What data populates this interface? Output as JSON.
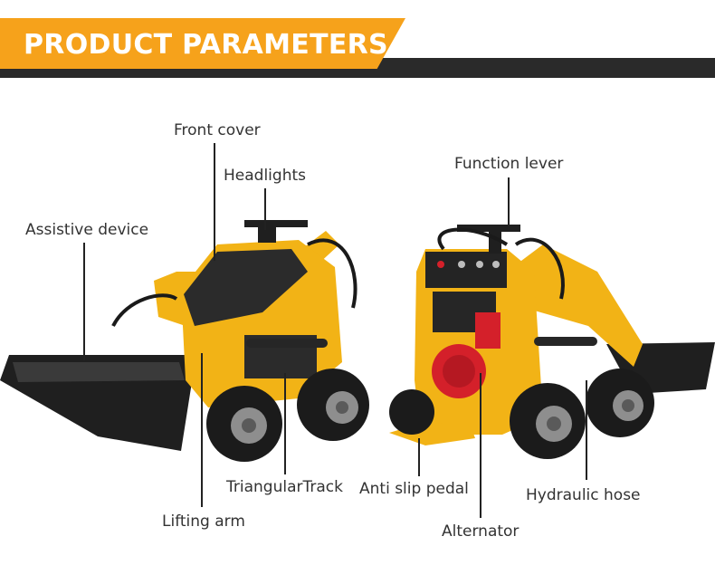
{
  "banner": {
    "title": "PRODUCT PARAMETERS",
    "accent_color": "#f6a21b",
    "bar_color": "#2a2a2a"
  },
  "machine": {
    "body_color": "#f2b316",
    "accent_color": "#1c1c1c",
    "engine_color": "#d4202a"
  },
  "labels": {
    "front_cover": "Front cover",
    "headlights": "Headlights",
    "assistive_device": "Assistive device",
    "triangular_track": "TriangularTrack",
    "lifting_arm": "Lifting arm",
    "function_lever": "Function lever",
    "anti_slip_pedal": "Anti slip pedal",
    "hydraulic_hose": "Hydraulic hose",
    "alternator": "Alternator"
  }
}
